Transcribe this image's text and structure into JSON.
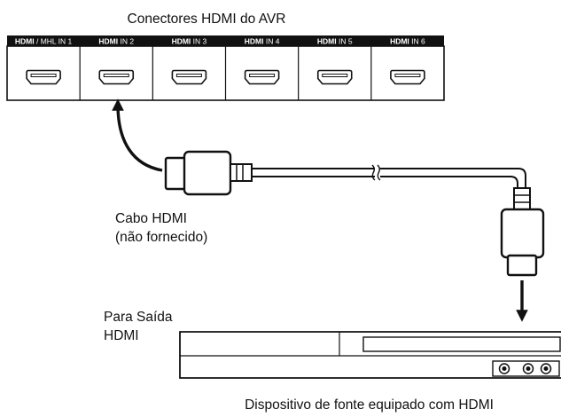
{
  "title": "Conectores HDMI do AVR",
  "ports": [
    {
      "logo": "HDMI",
      "label": "/ MHL IN 1"
    },
    {
      "logo": "HDMI",
      "label": "IN 2"
    },
    {
      "logo": "HDMI",
      "label": "IN 3"
    },
    {
      "logo": "HDMI",
      "label": "IN 4"
    },
    {
      "logo": "HDMI",
      "label": "IN 5"
    },
    {
      "logo": "HDMI",
      "label": "IN 6"
    }
  ],
  "cable": {
    "label": "Cabo HDMI",
    "note": "(não fornecido)"
  },
  "output_label": {
    "line1": "Para Saída",
    "line2": "HDMI"
  },
  "device_caption": "Dispositivo de fonte equipado com HDMI",
  "colors": {
    "line": "#111111",
    "panel_bg": "#ffffff",
    "label_bar": "#111111"
  }
}
